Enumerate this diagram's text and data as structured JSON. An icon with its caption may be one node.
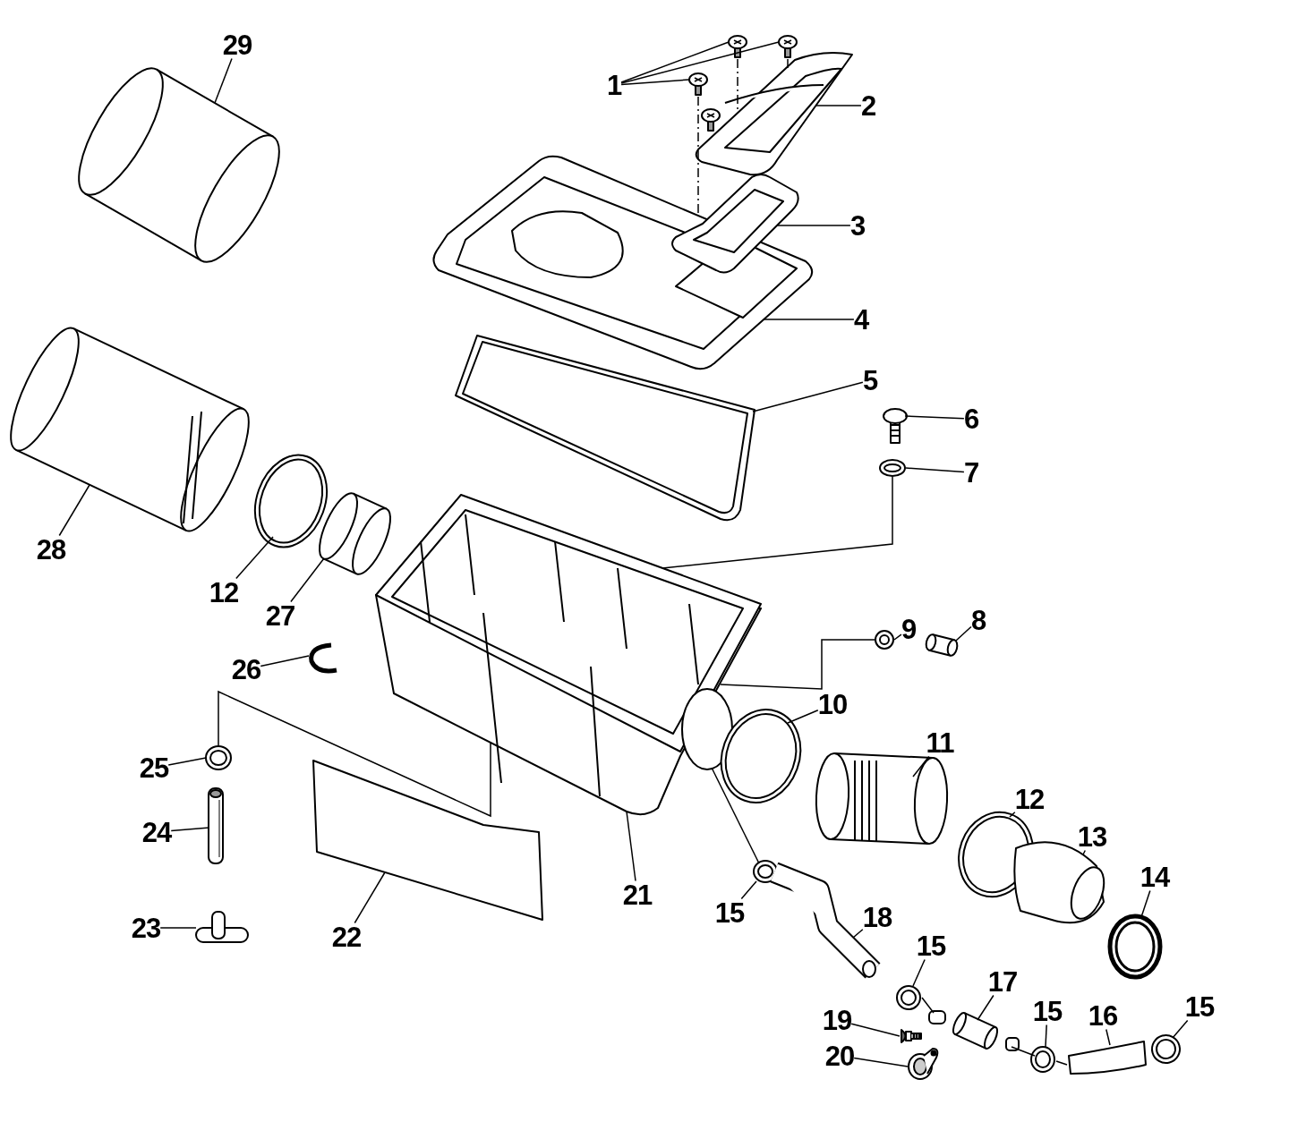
{
  "diagram": {
    "nodes": [
      {
        "text": [
          "1"
        ]
      },
      {
        "text": [],
        "shape": "picture"
      },
      {
        "text": [],
        "shape": "picture"
      },
      {
        "text": [],
        "shape": "picture"
      },
      {
        "text": [
          "2"
        ]
      },
      {
        "text": [],
        "shape": "picture"
      },
      {
        "text": [
          "3"
        ]
      },
      {
        "text": [],
        "shape": "picture"
      },
      {
        "text": [
          "4"
        ]
      },
      {
        "text": [],
        "shape": "picture"
      },
      {
        "text": [
          "5"
        ]
      },
      {
        "text": [],
        "shape": "picture"
      },
      {
        "text": [
          "6"
        ]
      },
      {
        "text": [],
        "shape": "picture"
      },
      {
        "text": [
          "7"
        ]
      },
      {
        "text": [],
        "shape": "picture"
      },
      {
        "text": [
          "8"
        ]
      },
      {
        "text": [],
        "shape": "picture"
      },
      {
        "text": [
          "9"
        ]
      },
      {
        "text": [],
        "shape": "picture"
      },
      {
        "text": [
          "10"
        ]
      },
      {
        "text": [],
        "shape": "picture"
      },
      {
        "text": [
          "11"
        ]
      },
      {
        "text": [],
        "shape": "picture"
      },
      {
        "text": [
          "12"
        ]
      },
      {
        "text": [],
        "shape": "picture"
      },
      {
        "text": [
          "13"
        ]
      },
      {
        "text": [],
        "shape": "picture"
      },
      {
        "text": [
          "14"
        ]
      },
      {
        "text": [],
        "shape": "picture"
      },
      {
        "text": [
          "15"
        ]
      },
      {
        "text": [],
        "shape": "picture"
      },
      {
        "text": [
          "18"
        ]
      },
      {
        "text": [],
        "shape": "picture"
      },
      {
        "text": [
          "15"
        ]
      },
      {
        "text": [],
        "shape": "picture"
      },
      {
        "text": [
          "17"
        ]
      },
      {
        "text": [],
        "shape": "picture"
      },
      {
        "text": [
          "19"
        ]
      },
      {
        "text": [],
        "shape": "picture"
      },
      {
        "text": [
          "20"
        ]
      },
      {
        "text": [],
        "shape": "picture"
      },
      {
        "text": [
          "15"
        ]
      },
      {
        "text": [],
        "shape": "picture"
      },
      {
        "text": [
          "16"
        ]
      },
      {
        "text": [],
        "shape": "picture"
      },
      {
        "text": [
          "15"
        ]
      },
      {
        "text": [],
        "shape": "picture"
      },
      {
        "text": [
          "21"
        ]
      },
      {
        "text": [],
        "shape": "picture"
      },
      {
        "text": [
          "22"
        ]
      },
      {
        "text": [],
        "shape": "picture"
      },
      {
        "text": [
          "23"
        ]
      },
      {
        "text": [],
        "shape": "picture"
      },
      {
        "text": [
          "24"
        ]
      },
      {
        "text": [],
        "shape": "picture"
      },
      {
        "text": [
          "25"
        ]
      },
      {
        "text": [],
        "shape": "picture"
      },
      {
        "text": [
          "26"
        ]
      },
      {
        "text": [],
        "shape": "picture"
      },
      {
        "text": [
          "27"
        ]
      },
      {
        "text": [],
        "shape": "picture"
      },
      {
        "text": [
          "12"
        ]
      },
      {
        "text": [],
        "shape": "picture"
      },
      {
        "text": [
          "28"
        ]
      },
      {
        "text": [],
        "shape": "picture"
      },
      {
        "text": [
          "29"
        ]
      },
      {
        "text": [],
        "shape": "picture"
      }
    ],
    "edges": [
      {
        "from": 0,
        "to": 1,
        "arrow": "none"
      },
      {
        "from": 0,
        "to": 2,
        "arrow": "none"
      },
      {
        "from": 0,
        "to": 3,
        "arrow": "none"
      },
      {
        "from": 4,
        "to": 5,
        "arrow": "none"
      },
      {
        "from": 6,
        "to": 7,
        "arrow": "none"
      },
      {
        "from": 8,
        "to": 9,
        "arrow": "none"
      },
      {
        "from": 10,
        "to": 11,
        "arrow": "none"
      },
      {
        "from": 12,
        "to": 13,
        "arrow": "none"
      },
      {
        "from": 14,
        "to": 15,
        "arrow": "none"
      },
      {
        "from": 15,
        "to": 49,
        "arrow": "none"
      },
      {
        "from": 16,
        "to": 17,
        "arrow": "none"
      },
      {
        "from": 18,
        "to": 19,
        "arrow": "none"
      },
      {
        "from": 19,
        "to": 49,
        "arrow": "none"
      },
      {
        "from": 20,
        "to": 21,
        "arrow": "none"
      },
      {
        "from": 22,
        "to": 23,
        "arrow": "none"
      },
      {
        "from": 24,
        "to": 25,
        "arrow": "none"
      },
      {
        "from": 26,
        "to": 27,
        "arrow": "none"
      },
      {
        "from": 28,
        "to": 29,
        "arrow": "none"
      },
      {
        "from": 30,
        "to": 31,
        "arrow": "none"
      },
      {
        "from": 31,
        "to": 49,
        "arrow": "none"
      },
      {
        "from": 32,
        "to": 33,
        "arrow": "none"
      },
      {
        "from": 34,
        "to": 35,
        "arrow": "none"
      },
      {
        "from": 36,
        "to": 37,
        "arrow": "none"
      },
      {
        "from": 38,
        "to": 39,
        "arrow": "none"
      },
      {
        "from": 40,
        "to": 41,
        "arrow": "none"
      },
      {
        "from": 42,
        "to": 43,
        "arrow": "none"
      },
      {
        "from": 44,
        "to": 45,
        "arrow": "none"
      },
      {
        "from": 46,
        "to": 47,
        "arrow": "none"
      },
      {
        "from": 48,
        "to": 49,
        "arrow": "none"
      },
      {
        "from": 50,
        "to": 51,
        "arrow": "none"
      },
      {
        "from": 52,
        "to": 53,
        "arrow": "none"
      },
      {
        "from": 54,
        "to": 55,
        "arrow": "none"
      },
      {
        "from": 56,
        "to": 57,
        "arrow": "none"
      },
      {
        "from": 57,
        "to": 49,
        "arrow": "none"
      },
      {
        "from": 58,
        "to": 59,
        "arrow": "none"
      },
      {
        "from": 60,
        "to": 61,
        "arrow": "none"
      },
      {
        "from": 62,
        "to": 63,
        "arrow": "none"
      },
      {
        "from": 64,
        "to": 65,
        "arrow": "none"
      },
      {
        "from": 66,
        "to": 67,
        "arrow": "none"
      },
      {
        "from": 1,
        "to": 9,
        "arrow": "none",
        "style": "dashed"
      },
      {
        "from": 2,
        "to": 5,
        "arrow": "none",
        "style": "dashed"
      },
      {
        "from": 3,
        "to": 5,
        "arrow": "none",
        "style": "dashed"
      },
      {
        "from": 35,
        "to": 37,
        "arrow": "none"
      },
      {
        "from": 37,
        "to": 43,
        "arrow": "none"
      },
      {
        "from": 43,
        "to": 45,
        "arrow": "none"
      }
    ]
  }
}
